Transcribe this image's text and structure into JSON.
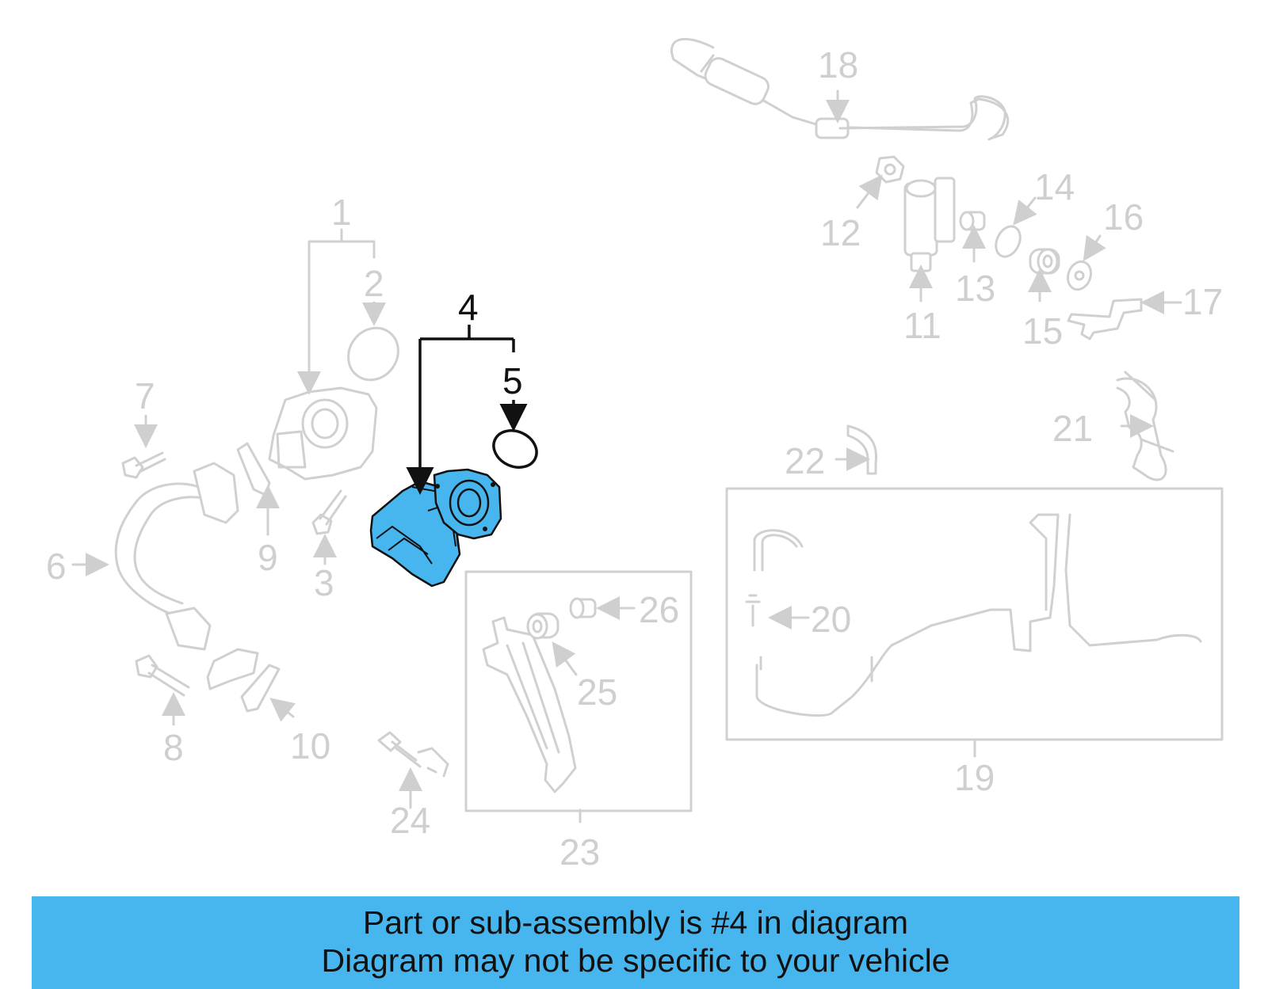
{
  "diagram": {
    "highlight_color": "#47b6ee",
    "labels": {
      "l1": "1",
      "l2": "2",
      "l3": "3",
      "l4": "4",
      "l5": "5",
      "l6": "6",
      "l7": "7",
      "l8": "8",
      "l9": "9",
      "l10": "10",
      "l11": "11",
      "l12": "12",
      "l13": "13",
      "l14": "14",
      "l15": "15",
      "l16": "16",
      "l17": "17",
      "l18": "18",
      "l19": "19",
      "l20": "20",
      "l21": "21",
      "l22": "22",
      "l23": "23",
      "l24": "24",
      "l25": "25",
      "l26": "26"
    }
  },
  "banner": {
    "line1": "Part or sub-assembly is #4 in diagram",
    "line2": "Diagram may not be specific to your vehicle",
    "color": "#47b6ee"
  }
}
